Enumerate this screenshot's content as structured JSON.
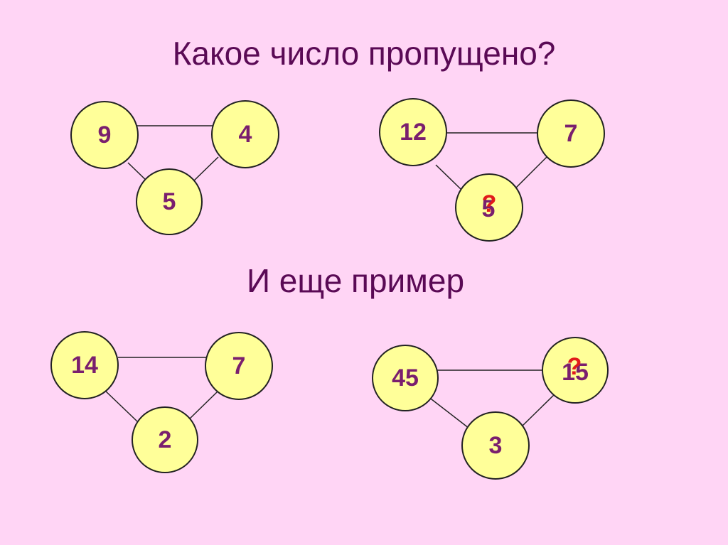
{
  "title": "Какое число пропущено?",
  "subtitle": "И еще пример",
  "colors": {
    "background": "#ffd5f5",
    "heading_text": "#5a0a55",
    "circle_fill": "#ffff99",
    "number_text": "#7a1f6e",
    "question_mark": "#e11b1b"
  },
  "puzzles": [
    {
      "name": "puzzle-1",
      "left": "9",
      "right": "4",
      "bottom": "5"
    },
    {
      "name": "puzzle-2",
      "left": "12",
      "right": "7",
      "bottom": "5",
      "bottom_question": "?"
    },
    {
      "name": "puzzle-3",
      "left": "14",
      "right": "7",
      "bottom": "2"
    },
    {
      "name": "puzzle-4",
      "left": "45",
      "right": "15",
      "right_question": "?",
      "bottom": "3"
    }
  ]
}
